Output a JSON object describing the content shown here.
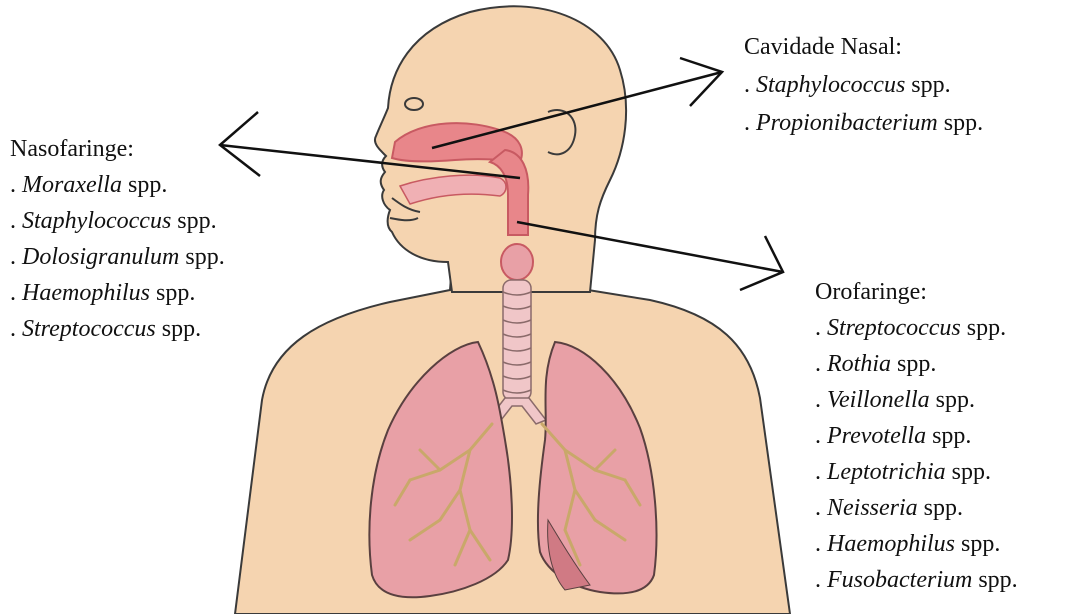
{
  "nasal_cavity": {
    "title": "Cavidade Nasal:",
    "items": [
      {
        "prefix": ". ",
        "genus": "Staphylococcus",
        "suffix": " spp."
      },
      {
        "prefix": ". ",
        "genus": "Propionibacterium",
        "suffix": " spp."
      }
    ]
  },
  "nasopharynx": {
    "title": "Nasofaringe:",
    "items": [
      {
        "prefix": ". ",
        "genus": "Moraxella",
        "suffix": " spp."
      },
      {
        "prefix": ". ",
        "genus": "Staphylococcus",
        "suffix": " spp."
      },
      {
        "prefix": ". ",
        "genus": "Dolosigranulum",
        "suffix": " spp."
      },
      {
        "prefix": ". ",
        "genus": "Haemophilus",
        "suffix": " spp."
      },
      {
        "prefix": ". ",
        "genus": "Streptococcus",
        "suffix": " spp."
      }
    ]
  },
  "oropharynx": {
    "title": "Orofaringe:",
    "items": [
      {
        "prefix": ". ",
        "genus": "Streptococcus",
        "suffix": " spp."
      },
      {
        "prefix": ". ",
        "genus": "Rothia",
        "suffix": " spp."
      },
      {
        "prefix": ". ",
        "genus": "Veillonella",
        "suffix": " spp."
      },
      {
        "prefix": ". ",
        "genus": "Prevotella",
        "suffix": " spp."
      },
      {
        "prefix": ". ",
        "genus": "Leptotrichia",
        "suffix": " spp."
      },
      {
        "prefix": ". ",
        "genus": "Neisseria",
        "suffix": " spp."
      },
      {
        "prefix": ". ",
        "genus": "Haemophilus",
        "suffix": " spp."
      },
      {
        "prefix": ". ",
        "genus": "Fusobacterium",
        "suffix": " spp."
      }
    ]
  },
  "colors": {
    "skin": "#f5d4b0",
    "skin_outline": "#3a3a3a",
    "airway": "#e8868a",
    "airway_dark": "#c85a62",
    "lung": "#e8a0a6",
    "lung_branch": "#c9a86a",
    "trachea_ring": "#f0c6c8",
    "arrow": "#111111"
  }
}
